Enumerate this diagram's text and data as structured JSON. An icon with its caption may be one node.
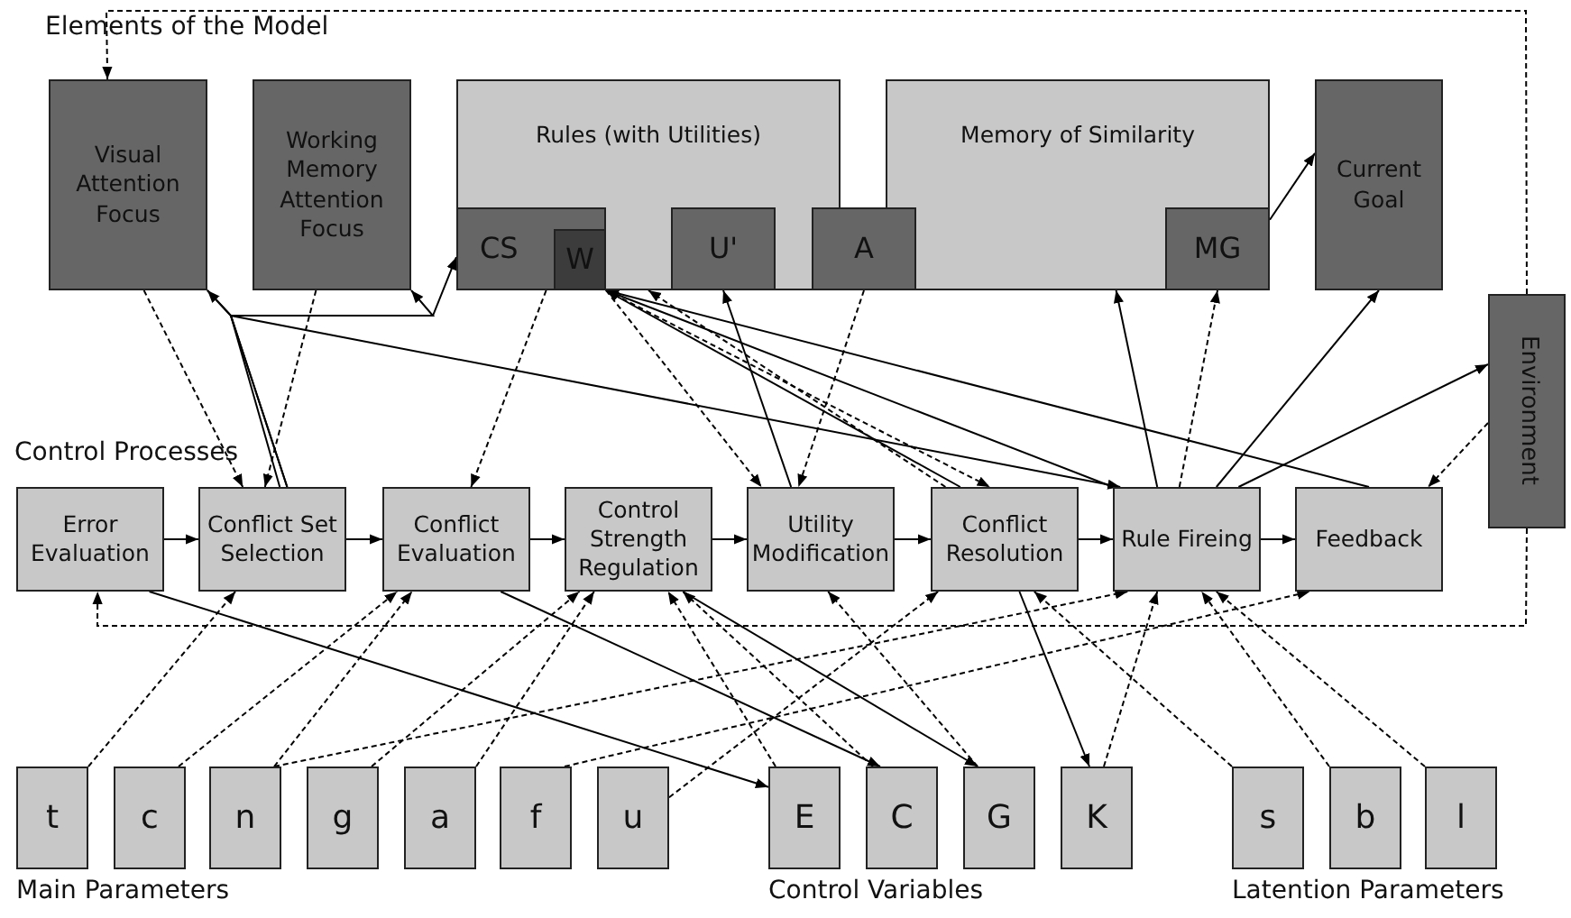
{
  "diagram": {
    "nodes": [
      {
        "text": [
          "Visual Attention Focus"
        ]
      },
      {
        "text": [
          "Working Memory Attention Focus"
        ]
      },
      {
        "text": [
          "Rules (with Utilities)"
        ]
      },
      {
        "text": [
          "CS"
        ],
        "in": 2
      },
      {
        "text": [
          "W"
        ],
        "in": 3
      },
      {
        "text": [
          "U'"
        ],
        "in": 2
      },
      {
        "text": [
          "A"
        ]
      },
      {
        "text": [
          "Memory of Similarity"
        ]
      },
      {
        "text": [
          "MG"
        ],
        "in": 7
      },
      {
        "text": [
          "Current Goal"
        ]
      },
      {
        "text": [
          "Environment"
        ]
      },
      {
        "text": [
          "Error Evaluation"
        ]
      },
      {
        "text": [
          "Conflict Set Selection"
        ]
      },
      {
        "text": [
          "Conflict Evaluation"
        ]
      },
      {
        "text": [
          "Control Strength Regulation"
        ]
      },
      {
        "text": [
          "Utility Modification"
        ]
      },
      {
        "text": [
          "Conflict Resolution"
        ]
      },
      {
        "text": [
          "Rule Fireing"
        ]
      },
      {
        "text": [
          "Feedback"
        ]
      },
      {
        "text": [
          "t"
        ]
      },
      {
        "text": [
          "c"
        ]
      },
      {
        "text": [
          "n"
        ]
      },
      {
        "text": [
          "g"
        ]
      },
      {
        "text": [
          "a"
        ]
      },
      {
        "text": [
          "f"
        ]
      },
      {
        "text": [
          "u"
        ]
      },
      {
        "text": [
          "E"
        ]
      },
      {
        "text": [
          "C"
        ]
      },
      {
        "text": [
          "G"
        ]
      },
      {
        "text": [
          "K"
        ]
      },
      {
        "text": [
          "s"
        ]
      },
      {
        "text": [
          "b"
        ]
      },
      {
        "text": [
          "l"
        ]
      }
    ],
    "edges": [
      {
        "from": 11,
        "to": 12,
        "arrow": "to"
      },
      {
        "from": 12,
        "to": 13,
        "arrow": "to"
      },
      {
        "from": 13,
        "to": 14,
        "arrow": "to"
      },
      {
        "from": 14,
        "to": 15,
        "arrow": "to"
      },
      {
        "from": 15,
        "to": 16,
        "arrow": "to"
      },
      {
        "from": 16,
        "to": 17,
        "arrow": "to"
      },
      {
        "from": 17,
        "to": 18,
        "arrow": "to"
      },
      {
        "from": 0,
        "to": 12,
        "arrow": "to",
        "style": "dashed"
      },
      {
        "from": 1,
        "to": 12,
        "arrow": "to",
        "style": "dashed"
      },
      {
        "from": 12,
        "to": 0,
        "arrow": "to"
      },
      {
        "from": 12,
        "to": 1,
        "arrow": "to"
      },
      {
        "from": 12,
        "to": 3,
        "arrow": "to"
      },
      {
        "from": 0,
        "to": 17,
        "arrow": "to"
      },
      {
        "from": 3,
        "to": 13,
        "arrow": "to",
        "style": "dashed"
      },
      {
        "from": 4,
        "to": 15,
        "arrow": "to",
        "style": "dashed"
      },
      {
        "from": 6,
        "to": 15,
        "arrow": "to",
        "style": "dashed"
      },
      {
        "from": 4,
        "to": 16,
        "arrow": "to",
        "style": "dashed"
      },
      {
        "from": 16,
        "to": 2,
        "arrow": "to",
        "style": "dashed"
      },
      {
        "from": 15,
        "to": 5,
        "arrow": "to"
      },
      {
        "from": 16,
        "to": 4,
        "arrow": "to"
      },
      {
        "from": 17,
        "to": 4,
        "arrow": "to"
      },
      {
        "from": 18,
        "to": 4,
        "arrow": "to"
      },
      {
        "from": 17,
        "to": 7,
        "arrow": "to"
      },
      {
        "from": 17,
        "to": 8,
        "arrow": "to",
        "style": "dashed"
      },
      {
        "from": 17,
        "to": 9,
        "arrow": "to"
      },
      {
        "from": 8,
        "to": 9,
        "arrow": "to"
      },
      {
        "from": 17,
        "to": 10,
        "arrow": "to"
      },
      {
        "from": 10,
        "to": 18,
        "arrow": "to",
        "style": "dashed"
      },
      {
        "from": 10,
        "to": 0,
        "arrow": "to",
        "style": "dashed"
      },
      {
        "from": 10,
        "to": 11,
        "arrow": "to",
        "style": "dashed"
      },
      {
        "from": 19,
        "to": 12,
        "arrow": "to",
        "style": "dashed"
      },
      {
        "from": 20,
        "to": 13,
        "arrow": "to",
        "style": "dashed"
      },
      {
        "from": 21,
        "to": 13,
        "arrow": "to",
        "style": "dashed"
      },
      {
        "from": 21,
        "to": 17,
        "arrow": "to",
        "style": "dashed"
      },
      {
        "from": 22,
        "to": 14,
        "arrow": "to",
        "style": "dashed"
      },
      {
        "from": 23,
        "to": 14,
        "arrow": "to",
        "style": "dashed"
      },
      {
        "from": 24,
        "to": 18,
        "arrow": "to",
        "style": "dashed"
      },
      {
        "from": 25,
        "to": 16,
        "arrow": "to",
        "style": "dashed"
      },
      {
        "from": 11,
        "to": 26,
        "arrow": "to"
      },
      {
        "from": 26,
        "to": 14,
        "arrow": "to",
        "style": "dashed"
      },
      {
        "from": 13,
        "to": 27,
        "arrow": "to"
      },
      {
        "from": 27,
        "to": 14,
        "arrow": "to",
        "style": "dashed"
      },
      {
        "from": 14,
        "to": 28,
        "arrow": "to"
      },
      {
        "from": 28,
        "to": 15,
        "arrow": "to",
        "style": "dashed"
      },
      {
        "from": 16,
        "to": 29,
        "arrow": "to"
      },
      {
        "from": 29,
        "to": 17,
        "arrow": "to",
        "style": "dashed"
      },
      {
        "from": 30,
        "to": 16,
        "arrow": "to",
        "style": "dashed"
      },
      {
        "from": 31,
        "to": 17,
        "arrow": "to",
        "style": "dashed"
      },
      {
        "from": 32,
        "to": 17,
        "arrow": "to",
        "style": "dashed"
      }
    ],
    "labels": [
      "Elements of the Model",
      "Control Processes",
      "Main Parameters",
      "Control Variables",
      "Latention Parameters"
    ]
  }
}
